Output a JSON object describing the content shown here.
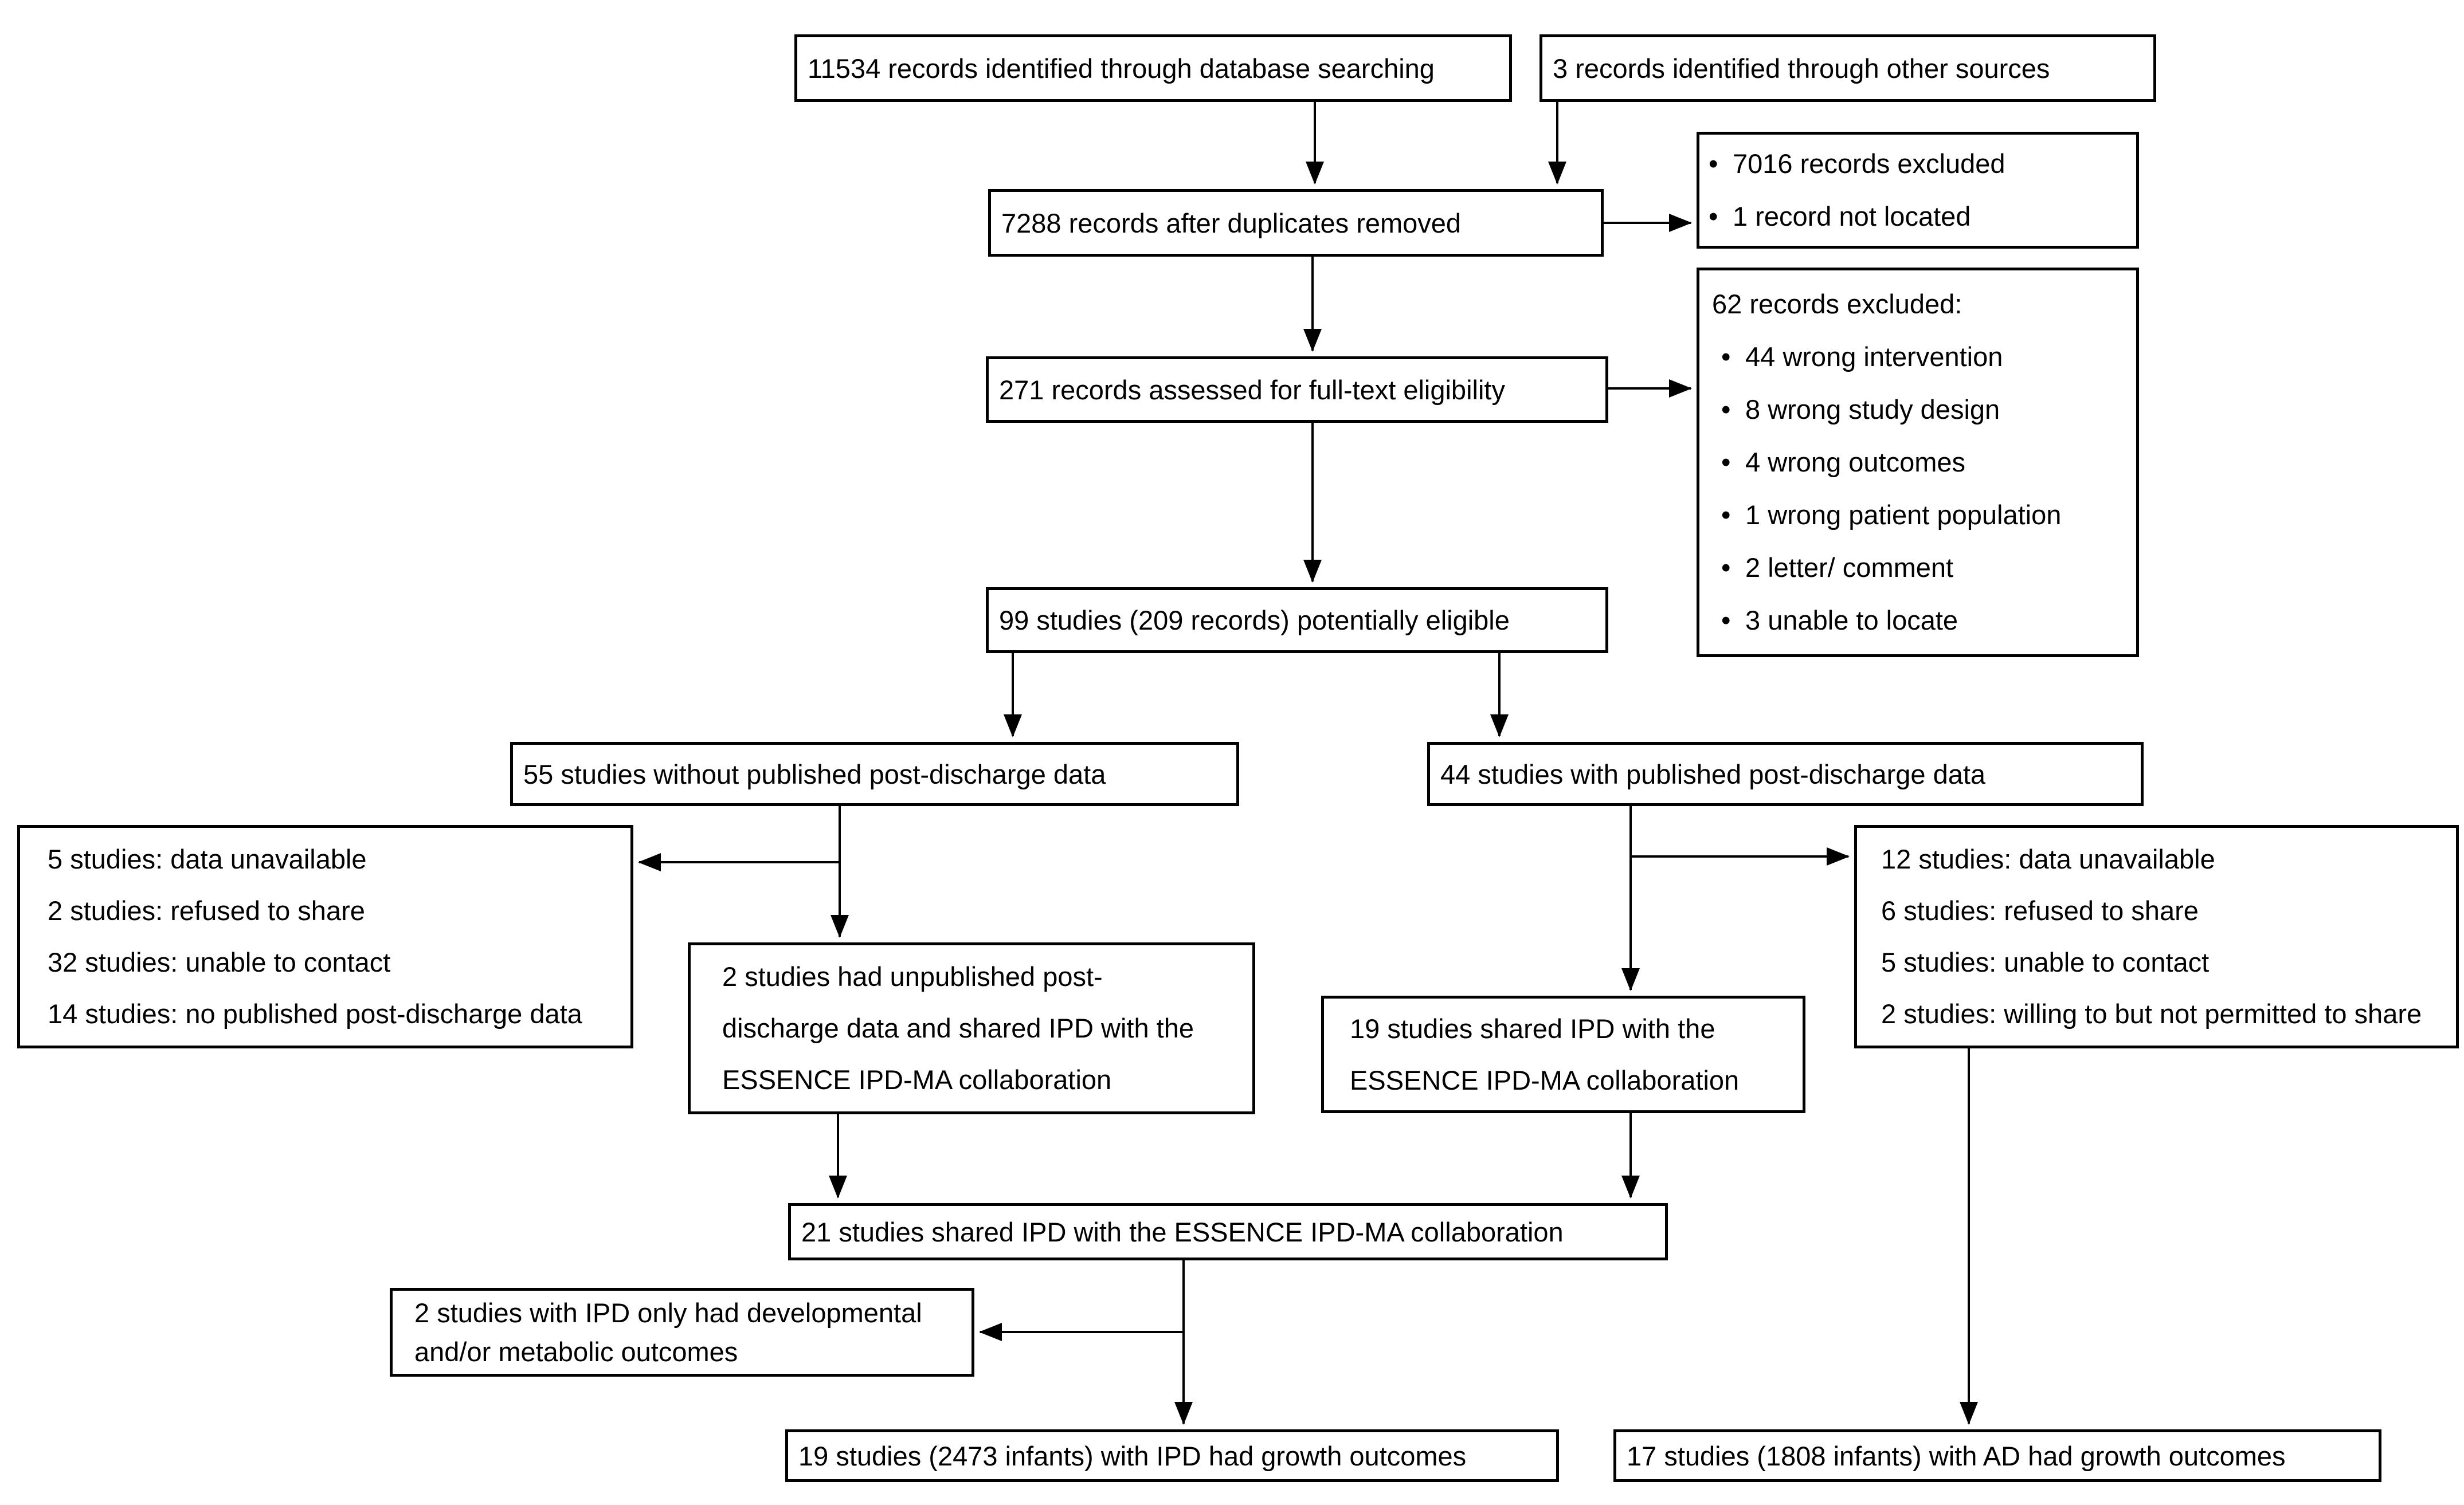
{
  "figure": {
    "background_color": "#ffffff",
    "line_color": "#000000",
    "bullet_glyph": "•"
  },
  "boxes": {
    "identified_db": {
      "text": "11534 records identified through database searching"
    },
    "identified_other": {
      "text": "3 records identified through other sources"
    },
    "after_duplicates": {
      "text": "7288 records after duplicates removed"
    },
    "excluded_early": {
      "items": [
        "7016 records excluded",
        "1 record not located"
      ]
    },
    "assessed": {
      "text": "271 records assessed for full-text eligibility"
    },
    "excluded_fulltext": {
      "header": "62 records excluded:",
      "items": [
        "44 wrong intervention",
        "8 wrong study design",
        "4 wrong outcomes",
        "1 wrong patient population",
        "2 letter/ comment",
        "3 unable to locate"
      ]
    },
    "eligible": {
      "text": "99 studies (209 records) potentially eligible"
    },
    "without_published": {
      "text": "55 studies without published post-discharge data"
    },
    "with_published": {
      "text": "44 studies with published post-discharge data"
    },
    "left_not_included": {
      "lines": [
        "5 studies: data unavailable",
        "2 studies: refused to share",
        "32 studies: unable to contact",
        "14 studies: no published post-discharge data"
      ]
    },
    "unpublished_shared": {
      "lines": [
        "2 studies had unpublished post-",
        "discharge data and shared IPD with the",
        "ESSENCE IPD-MA collaboration"
      ]
    },
    "shared_19": {
      "lines": [
        "19 studies shared IPD with the",
        "ESSENCE IPD-MA collaboration"
      ]
    },
    "right_not_included": {
      "lines": [
        "12 studies: data unavailable",
        "6 studies: refused to share",
        "5 studies: unable to contact",
        "2 studies: willing to but not permitted to share"
      ]
    },
    "shared_21": {
      "text": "21 studies shared IPD with the ESSENCE IPD-MA collaboration"
    },
    "ipd_only_dev_metabolic": {
      "lines": [
        "2 studies with IPD only had developmental",
        "and/or metabolic outcomes"
      ]
    },
    "ipd_growth": {
      "text": "19 studies (2473 infants) with IPD had growth outcomes"
    },
    "ad_growth": {
      "text": "17 studies (1808 infants) with AD had growth outcomes"
    }
  }
}
